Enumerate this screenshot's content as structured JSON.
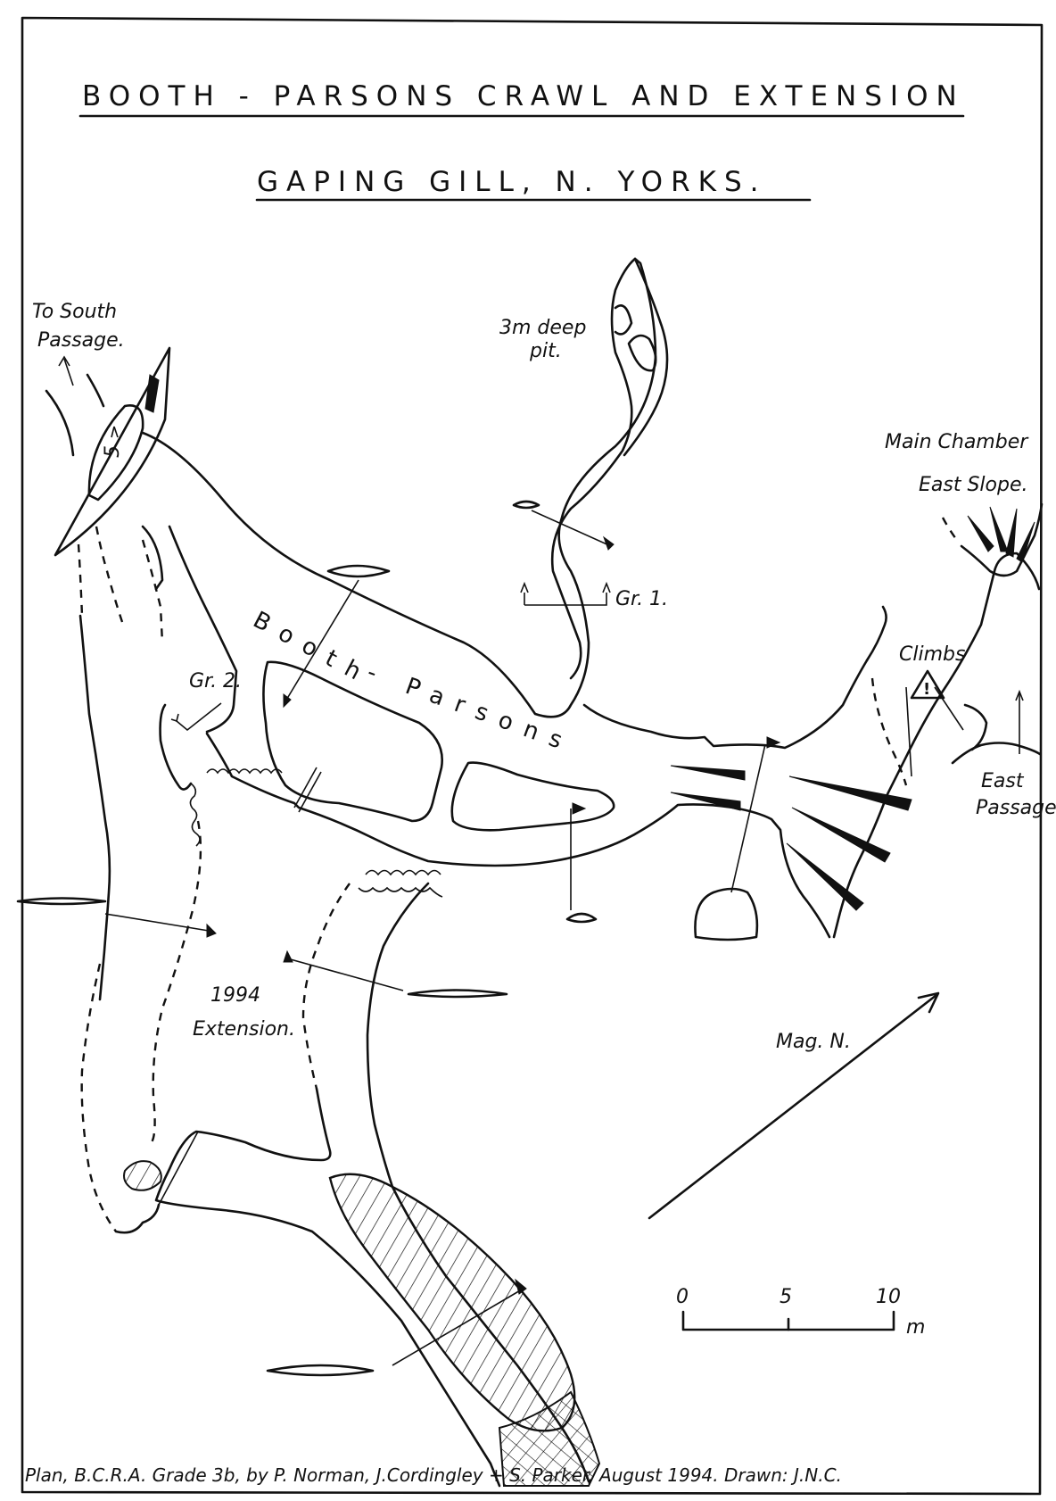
{
  "title": {
    "line1": "BOOTH - PARSONS  CRAWL  AND  EXTENSION",
    "line2": "GAPING  GILL,   N. YORKS."
  },
  "labels": {
    "to_south_passage_1": "To South",
    "to_south_passage_2": "Passage.",
    "pit_1": "3m deep",
    "pit_2": "pit.",
    "main_chamber_1": "Main Chamber",
    "main_chamber_2": "East Slope.",
    "climbs": "Climbs",
    "east_passage_1": "East",
    "east_passage_2": "Passage",
    "gr1": "Gr. 1.",
    "gr2": "Gr. 2.",
    "passage_name_1": "Booth",
    "passage_name_2": "- Parsons",
    "extension_1": "1994",
    "extension_2": "Extension.",
    "mag_north": "Mag. N.",
    "pitch_depth": "5"
  },
  "scale_bar": {
    "ticks": [
      "0",
      "5",
      "10"
    ],
    "unit": "m"
  },
  "footer": "Plan,  B.C.R.A. Grade 3b,  by   P. Norman, J.Cordingley + S. Parker, August 1994.  Drawn: J.N.C.",
  "icons": {
    "warning": "warning-triangle-icon",
    "north_arrow": "north-arrow-icon"
  }
}
